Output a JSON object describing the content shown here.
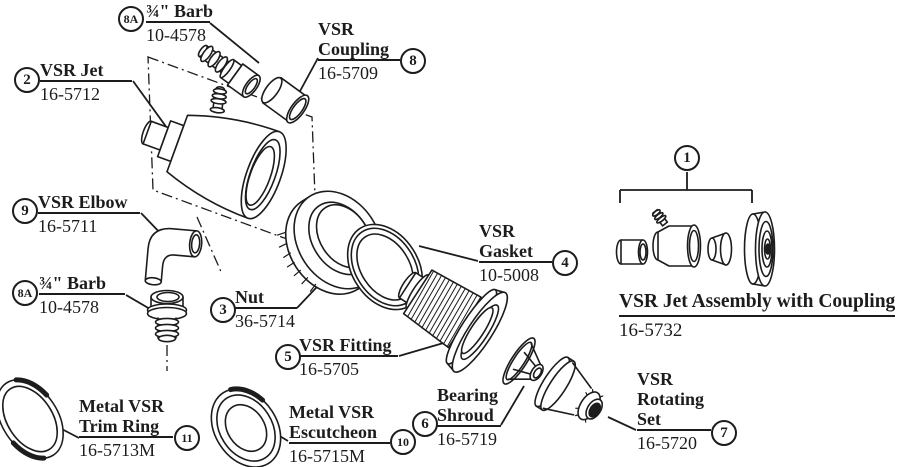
{
  "diagram": {
    "background_color": "#ffffff",
    "ink_color": "#1c1c1c",
    "assembly": {
      "num": "1",
      "title": "VSR Jet Assembly with Coupling",
      "part": "16-5732"
    },
    "callouts": [
      {
        "num": "8A",
        "lines": [
          "¾\" Barb"
        ],
        "part": "10-4578"
      },
      {
        "num": "8",
        "lines": [
          "VSR",
          "Coupling"
        ],
        "part": "16-5709"
      },
      {
        "num": "2",
        "lines": [
          "VSR Jet"
        ],
        "part": "16-5712"
      },
      {
        "num": "9",
        "lines": [
          "VSR Elbow"
        ],
        "part": "16-5711"
      },
      {
        "num": "8A",
        "lines": [
          "¾\" Barb"
        ],
        "part": "10-4578"
      },
      {
        "num": "3",
        "lines": [
          "Nut"
        ],
        "part": "36-5714"
      },
      {
        "num": "4",
        "lines": [
          "VSR",
          "Gasket"
        ],
        "part": "10-5008"
      },
      {
        "num": "5",
        "lines": [
          "VSR Fitting"
        ],
        "part": "16-5705"
      },
      {
        "num": "6",
        "lines": [
          "Bearing",
          "Shroud"
        ],
        "part": "16-5719"
      },
      {
        "num": "7",
        "lines": [
          "VSR",
          "Rotating",
          "Set"
        ],
        "part": "16-5720"
      },
      {
        "num": "10",
        "lines": [
          "Metal VSR",
          "Escutcheon"
        ],
        "part": "16-5715M"
      },
      {
        "num": "11",
        "lines": [
          "Metal VSR",
          "Trim Ring"
        ],
        "part": "16-5713M"
      }
    ]
  }
}
